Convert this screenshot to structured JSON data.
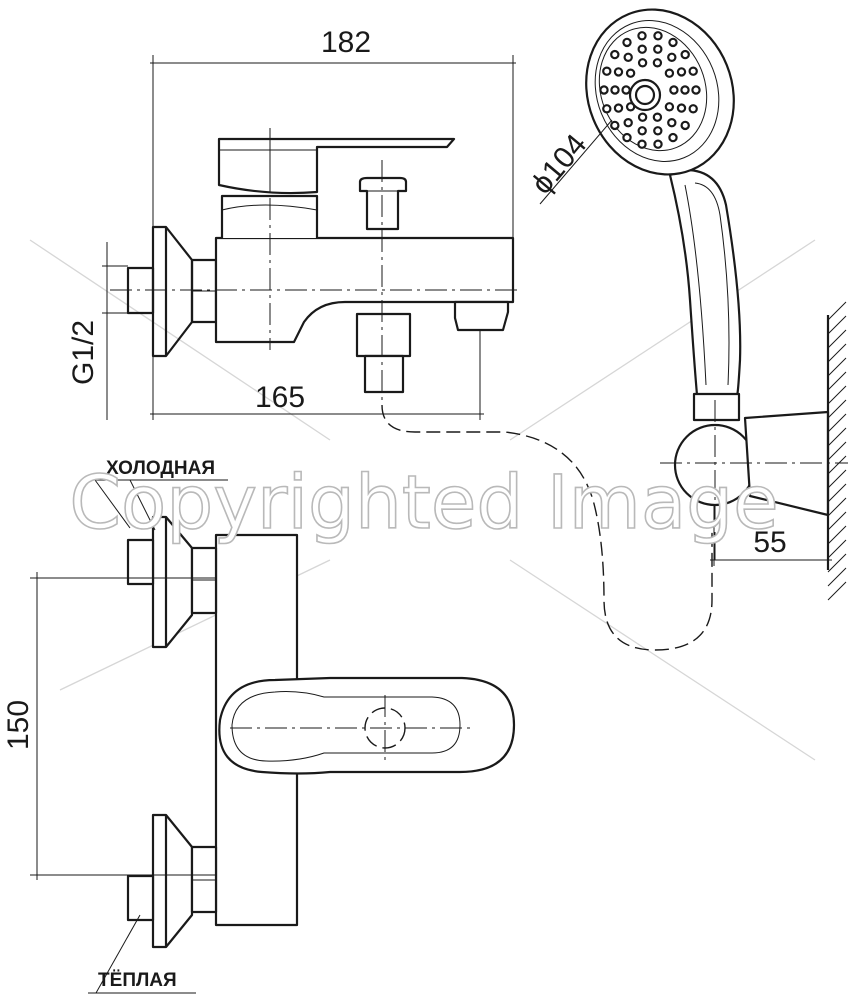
{
  "dimensions": {
    "overall_length": "182",
    "spout_length": "165",
    "thread": "G1/2",
    "head_diameter": "ϕ104",
    "holder_offset": "55",
    "inlet_spacing": "150"
  },
  "labels": {
    "cold_inlet": "ХОЛОДНАЯ",
    "hot_inlet": "ТЁПЛАЯ"
  },
  "watermark": "Copyrighted Image"
}
